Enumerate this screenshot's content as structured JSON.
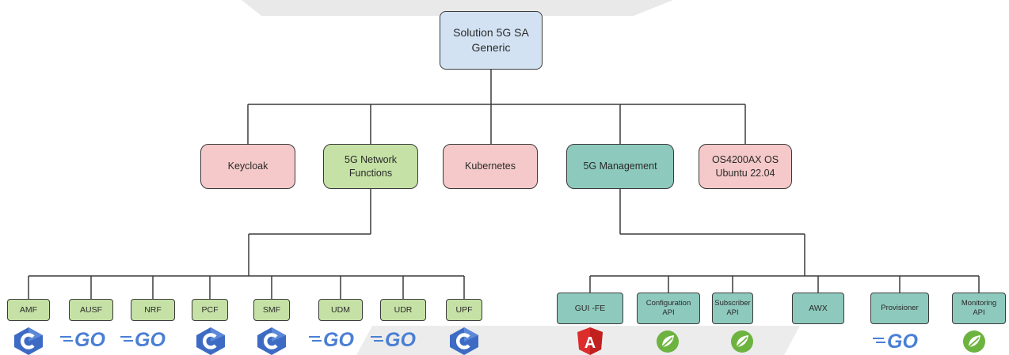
{
  "root": {
    "lines": [
      "Solution 5G SA",
      "Generic"
    ]
  },
  "level1": {
    "keycloak": {
      "label": "Keycloak",
      "color": "#f5c9c9"
    },
    "network_functions": {
      "lines": [
        "5G Network",
        "Functions"
      ],
      "color": "#c5e1a5"
    },
    "kubernetes": {
      "label": "Kubernetes",
      "color": "#f5c9c9"
    },
    "management": {
      "label": "5G Management",
      "color": "#8ec9bd"
    },
    "os": {
      "lines": [
        "OS4200AX OS",
        "Ubuntu 22.04"
      ],
      "color": "#f5c9c9"
    }
  },
  "network_functions": [
    {
      "label": "AMF",
      "tech_icon": "c-language-icon"
    },
    {
      "label": "AUSF",
      "tech_icon": "go-language-icon"
    },
    {
      "label": "NRF",
      "tech_icon": "go-language-icon"
    },
    {
      "label": "PCF",
      "tech_icon": "c-language-icon"
    },
    {
      "label": "SMF",
      "tech_icon": "c-language-icon"
    },
    {
      "label": "UDM",
      "tech_icon": "go-language-icon"
    },
    {
      "label": "UDR",
      "tech_icon": "go-language-icon"
    },
    {
      "label": "UPF",
      "tech_icon": "c-language-icon"
    }
  ],
  "management": [
    {
      "lines": [
        "GUI -FE"
      ],
      "tech_icon": "angular-icon"
    },
    {
      "lines": [
        "Configuration",
        "API"
      ],
      "tech_icon": "spring-icon"
    },
    {
      "lines": [
        "Subscriber",
        "API"
      ],
      "tech_icon": "spring-icon"
    },
    {
      "lines": [
        "AWX"
      ],
      "tech_icon": ""
    },
    {
      "lines": [
        "Provisioner"
      ],
      "tech_icon": "go-language-icon"
    },
    {
      "lines": [
        "Monitoring",
        "API"
      ],
      "tech_icon": "spring-icon"
    }
  ],
  "logo_texts": {
    "go": "GO",
    "angular": "A"
  },
  "colors": {
    "line": "#3a3a3a",
    "root_fill": "#d3e2f3",
    "c_blue": "#3d6bc4",
    "go_blue": "#4a7fd4",
    "angular_red": "#dd2c2c",
    "spring_green": "#6db33f"
  }
}
